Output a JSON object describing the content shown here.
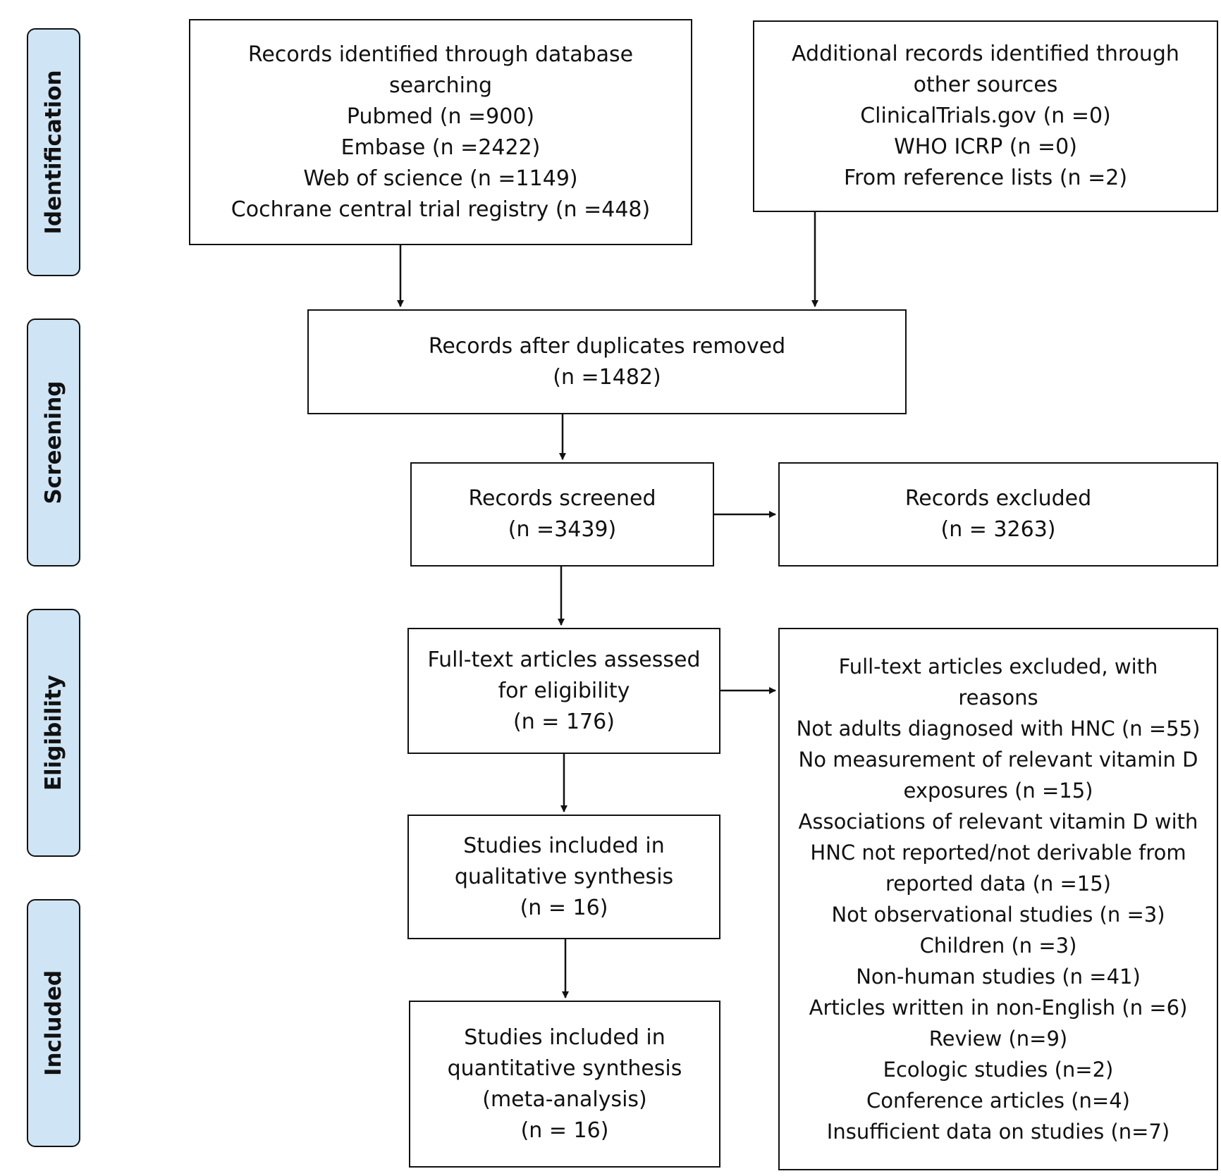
{
  "phases": {
    "identification": "Identification",
    "screening": "Screening",
    "eligibility": "Eligibility",
    "included": "Included"
  },
  "boxes": {
    "database_search": [
      "Records identified through database",
      "searching",
      "Pubmed (n =900)",
      "Embase (n =2422)",
      "Web of science (n =1149)",
      "Cochrane central trial registry (n =448)"
    ],
    "other_sources": [
      "Additional records identified through",
      "other sources",
      "ClinicalTrials.gov (n =0)",
      "WHO ICRP (n =0)",
      "From reference lists (n =2)"
    ],
    "duplicates_removed": [
      "Records after duplicates removed",
      "(n =1482)"
    ],
    "screened": [
      "Records screened",
      "(n =3439)"
    ],
    "excluded": [
      "Records excluded",
      "(n = 3263)"
    ],
    "fulltext_assessed": [
      "Full-text articles assessed",
      "for eligibility",
      "(n = 176)"
    ],
    "fulltext_excluded": [
      "Full-text articles excluded, with",
      "reasons",
      "Not adults diagnosed with HNC (n =55)",
      "No measurement of relevant vitamin D",
      "exposures (n =15)",
      "Associations of relevant vitamin D with",
      "HNC not reported/not derivable from",
      "reported data (n =15)",
      "Not observational studies (n =3)",
      "Children (n =3)",
      "Non-human studies (n =41)",
      "Articles written in non-English (n =6)",
      "Review (n=9)",
      "Ecologic studies (n=2)",
      "Conference articles (n=4)",
      "Insufficient data on studies (n=7)"
    ],
    "qualitative": [
      "Studies included in",
      "qualitative synthesis",
      "(n = 16)"
    ],
    "quantitative": [
      "Studies included in",
      "quantitative synthesis",
      "(meta-analysis)",
      "(n = 16)"
    ]
  }
}
